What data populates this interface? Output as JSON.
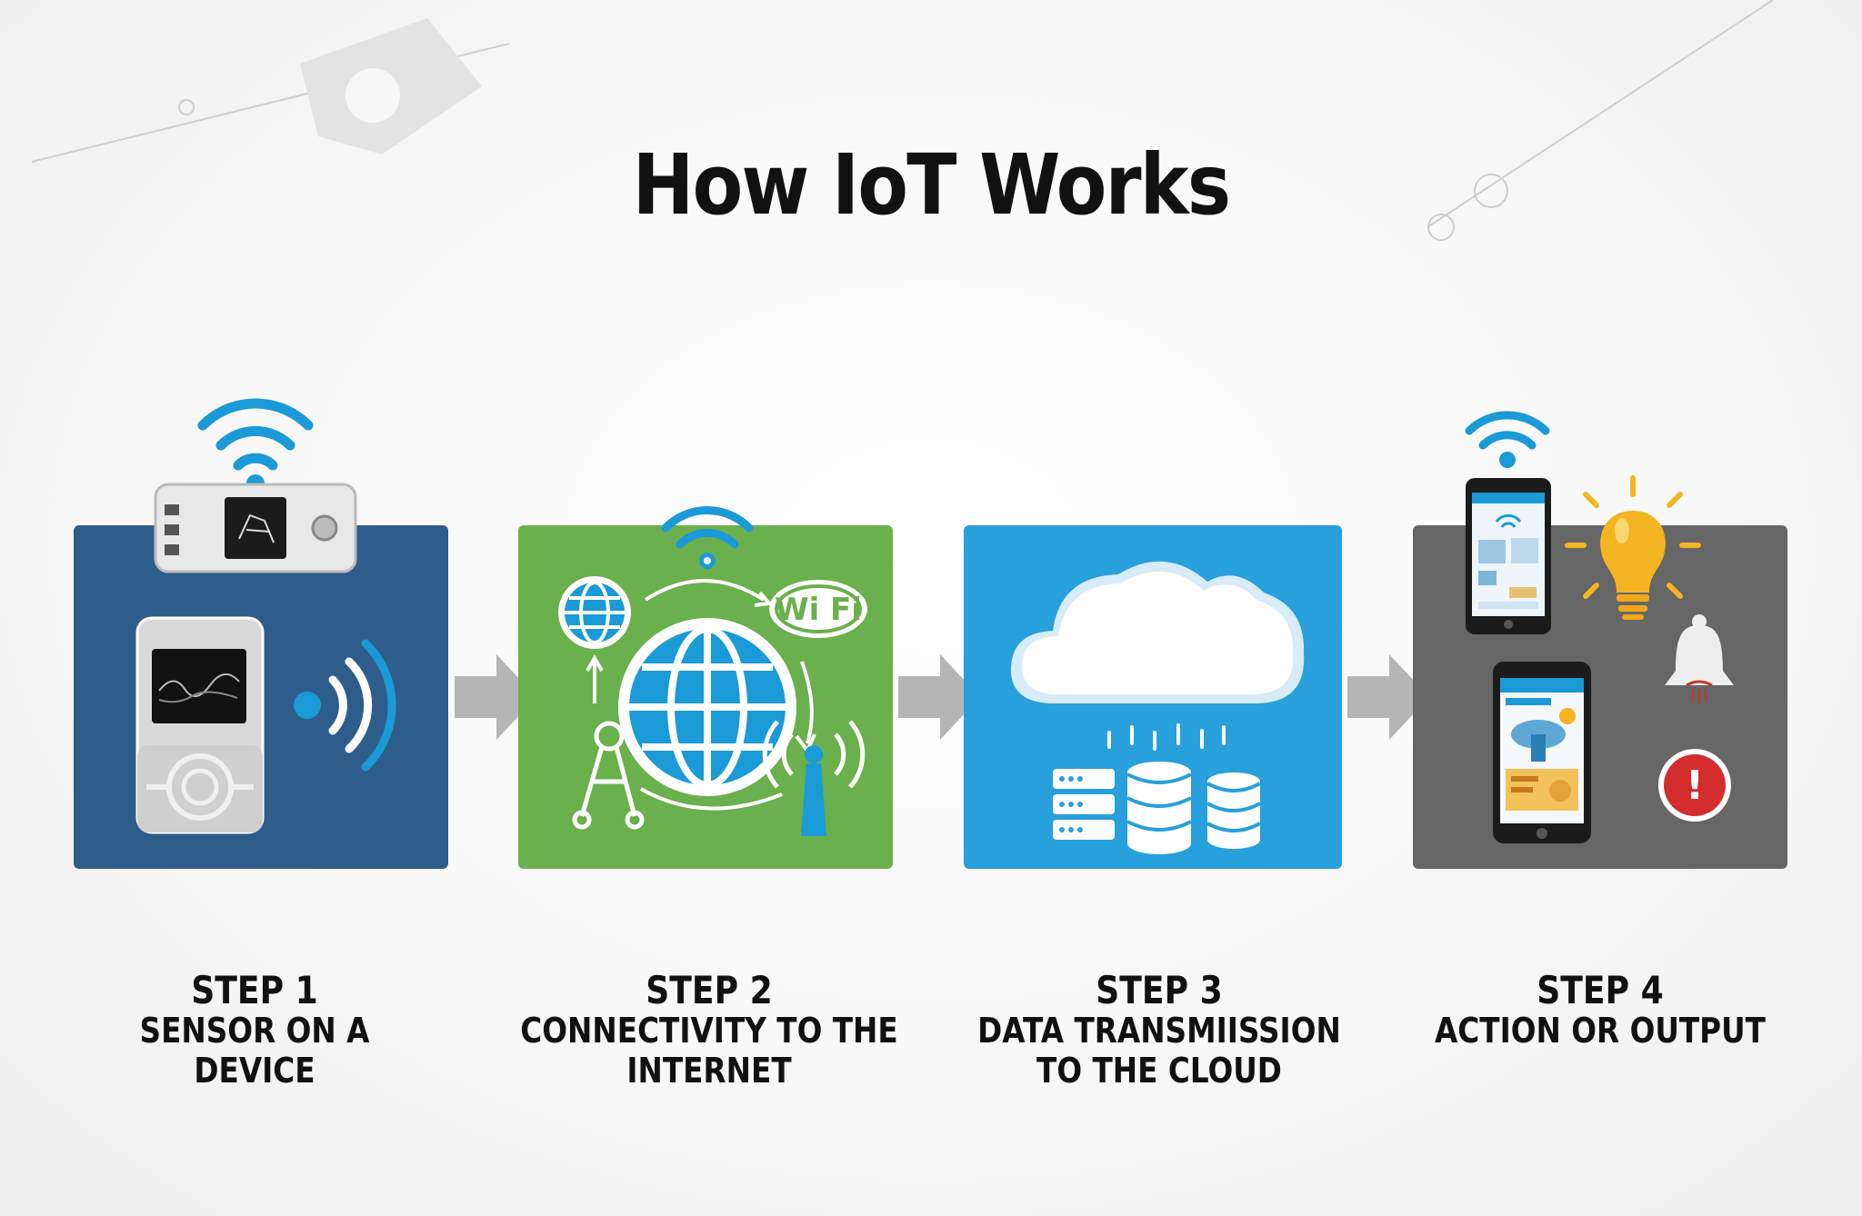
{
  "title": "How IoT Works",
  "colors": {
    "step1": "#2e5d8c",
    "step2": "#6ab04c",
    "step3": "#27a0dc",
    "step4": "#666666",
    "wifi": "#1a9ad6",
    "arrow": "#b5b5b5"
  },
  "steps": [
    {
      "step": "STEP 1",
      "description": "SENSOR ON A DEVICE"
    },
    {
      "step": "STEP 2",
      "description": "CONNECTIVITY TO THE INTERNET"
    },
    {
      "step": "STEP 3",
      "description": "DATA TRANSMIISSION\nTO THE CLOUD"
    },
    {
      "step": "STEP 4",
      "description": "ACTION OR OUTPUT"
    }
  ],
  "wifi_badge_text": "Wi Fi",
  "alert_mark": "!"
}
